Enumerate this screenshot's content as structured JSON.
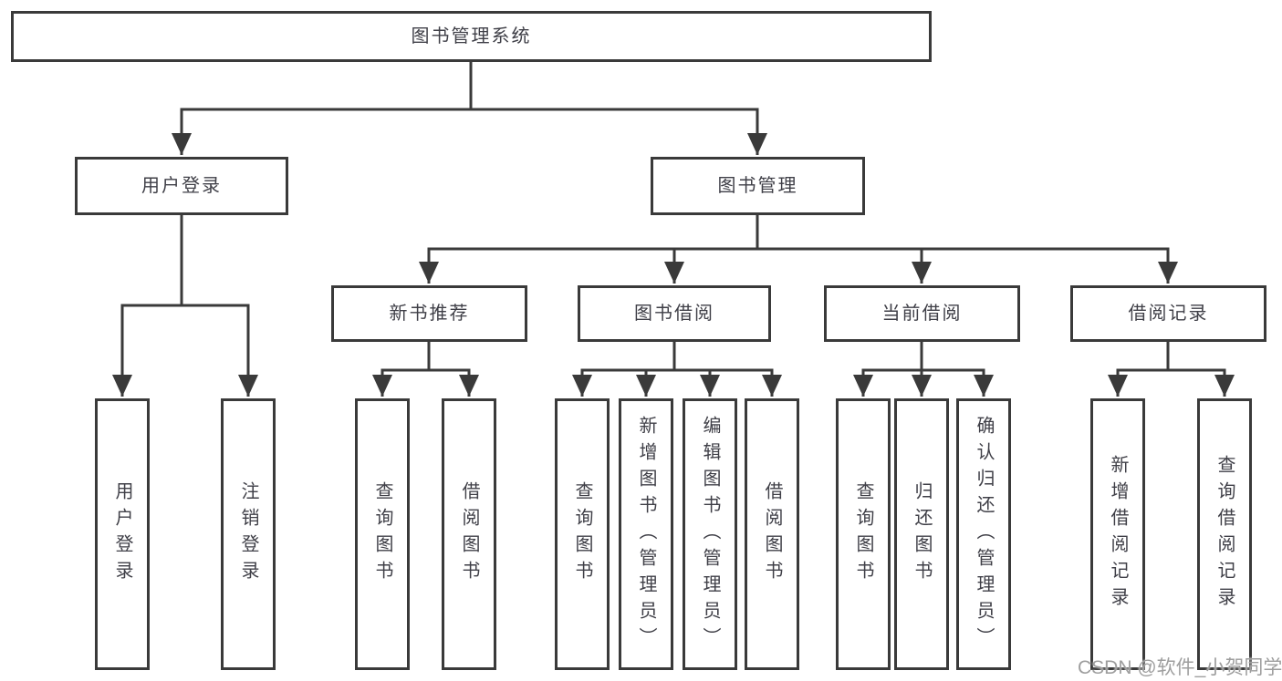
{
  "tree": {
    "label": "图书管理系统",
    "children": [
      {
        "label": "用户登录",
        "children": [
          {
            "label": "用户登录"
          },
          {
            "label": "注销登录"
          }
        ]
      },
      {
        "label": "图书管理",
        "children": [
          {
            "label": "新书推荐",
            "children": [
              {
                "label": "查询图书"
              },
              {
                "label": "借阅图书"
              }
            ]
          },
          {
            "label": "图书借阅",
            "children": [
              {
                "label": "查询图书"
              },
              {
                "label": "新增图书（管理员）"
              },
              {
                "label": "编辑图书（管理员）"
              },
              {
                "label": "借阅图书"
              }
            ]
          },
          {
            "label": "当前借阅",
            "children": [
              {
                "label": "查询图书"
              },
              {
                "label": "归还图书"
              },
              {
                "label": "确认归还（管理员）"
              }
            ]
          },
          {
            "label": "借阅记录",
            "children": [
              {
                "label": "新增借阅记录"
              },
              {
                "label": "查询借阅记录"
              }
            ]
          }
        ]
      }
    ]
  },
  "watermark": {
    "text": "CSDN @软件_小贺同学"
  },
  "colors": {
    "line": "#3a3a3a",
    "text": "#3f3f47",
    "watermark": "#9e9e9e"
  }
}
